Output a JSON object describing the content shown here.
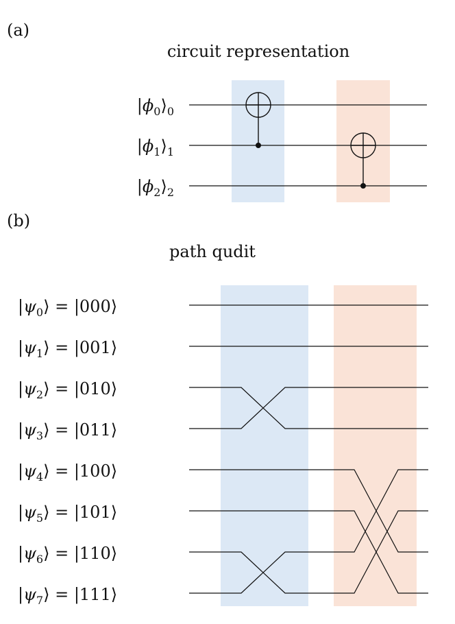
{
  "panel_a": {
    "label": "(a)",
    "title": "circuit representation",
    "inputs": [
      {
        "base": "|ϕ",
        "sub": "0",
        "close": "⟩",
        "outsub": "0"
      },
      {
        "base": "|ϕ",
        "sub": "1",
        "close": "⟩",
        "outsub": "1"
      },
      {
        "base": "|ϕ",
        "sub": "2",
        "close": "⟩",
        "outsub": "2"
      }
    ],
    "gates": [
      {
        "type": "CNOT",
        "target_qubit": 0,
        "control_qubit": 1,
        "color": "#dce8f5"
      },
      {
        "type": "CNOT",
        "target_qubit": 1,
        "control_qubit": 2,
        "color": "#fae3d7"
      }
    ]
  },
  "panel_b": {
    "label": "(b)",
    "title": "path qudit",
    "states": [
      {
        "base": "|ψ",
        "sub": "0",
        "eq": "⟩ = |000⟩"
      },
      {
        "base": "|ψ",
        "sub": "1",
        "eq": "⟩ = |001⟩"
      },
      {
        "base": "|ψ",
        "sub": "2",
        "eq": "⟩ = |010⟩"
      },
      {
        "base": "|ψ",
        "sub": "3",
        "eq": "⟩ = |011⟩"
      },
      {
        "base": "|ψ",
        "sub": "4",
        "eq": "⟩ = |100⟩"
      },
      {
        "base": "|ψ",
        "sub": "5",
        "eq": "⟩ = |101⟩"
      },
      {
        "base": "|ψ",
        "sub": "6",
        "eq": "⟩ = |110⟩"
      },
      {
        "base": "|ψ",
        "sub": "7",
        "eq": "⟩ = |111⟩"
      }
    ],
    "permutations": [
      {
        "gate": "CNOT(control q1, target q0)",
        "swaps": [
          [
            2,
            3
          ],
          [
            6,
            7
          ]
        ],
        "color": "#dce8f5"
      },
      {
        "gate": "CNOT(control q2, target q1)",
        "swaps": [
          [
            4,
            6
          ],
          [
            5,
            7
          ]
        ],
        "color": "#fae3d7"
      }
    ]
  }
}
